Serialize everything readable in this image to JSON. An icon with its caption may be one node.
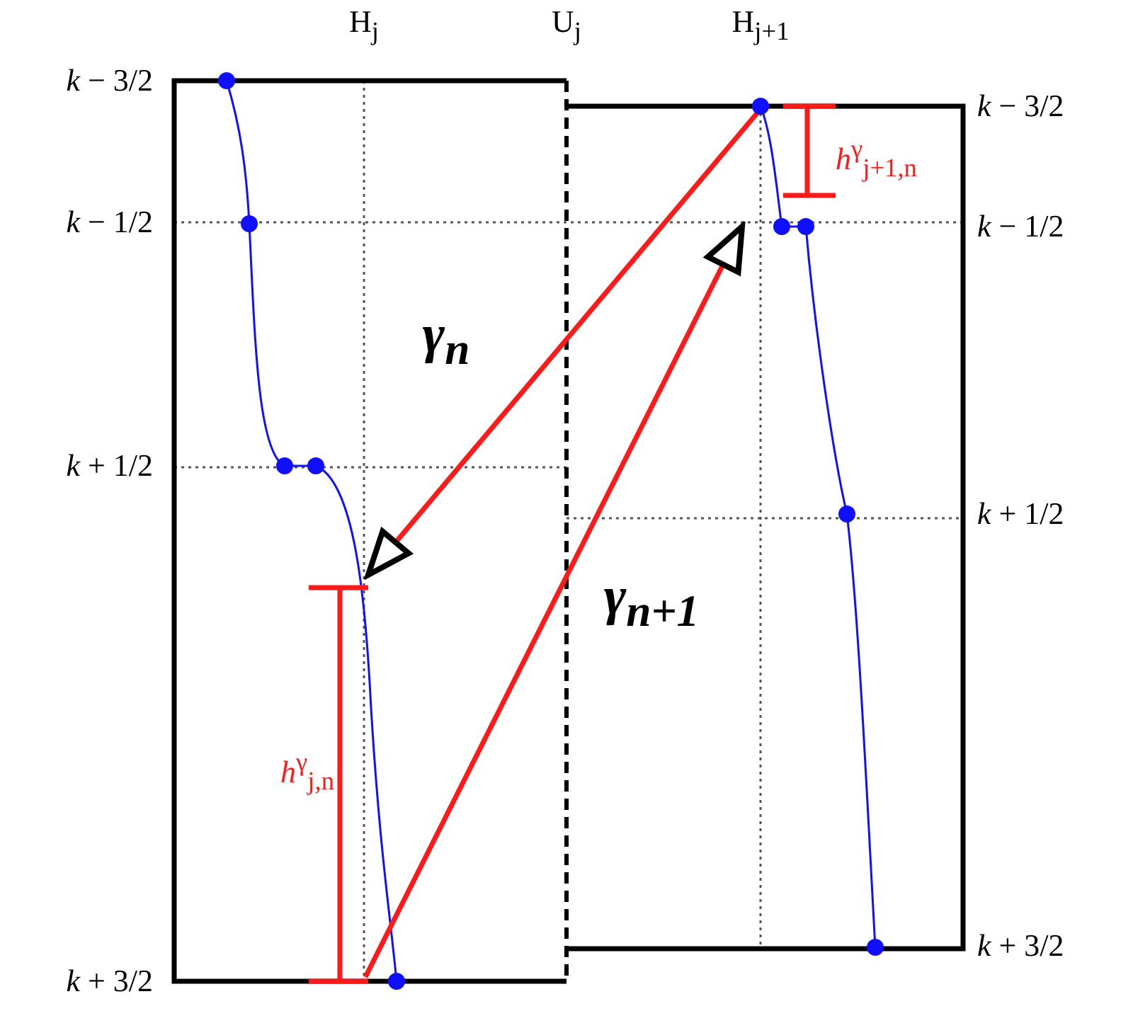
{
  "diagram": {
    "labels": [
      "*k* − 3/2",
      "H$_{j}$",
      "U$_{j}$",
      "H$_{j+1}$",
      "*k* − 3/2",
      "*h*$^{γ}$$_{j+1,n}$",
      "*k* − 1/2",
      "*k* − 1/2",
      "γ$_{n}$",
      "*k* + 1/2",
      "*k* + 1/2",
      "γ$_{n+1}$",
      "*h*$^{γ}$$_{j,n}$",
      "*k* + 3/2",
      "*k* + 3/2"
    ]
  }
}
